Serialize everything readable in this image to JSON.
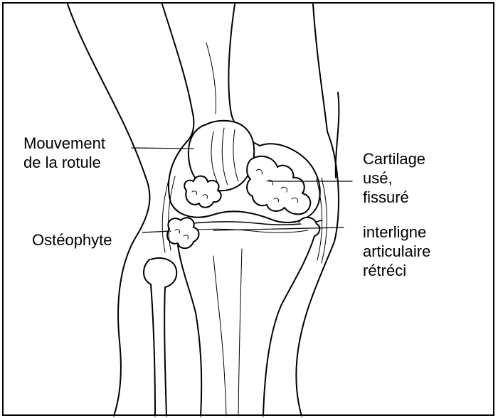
{
  "labels": {
    "patella_line1": "Mouvement",
    "patella_line2": "de la rotule",
    "cartilage_line1": "Cartilage",
    "cartilage_line2": "usé,",
    "cartilage_line3": "fissuré",
    "osteophyte": "Ostéophyte",
    "space_line1": "interligne",
    "space_line2": "articulaire",
    "space_line3": "rétréci"
  }
}
